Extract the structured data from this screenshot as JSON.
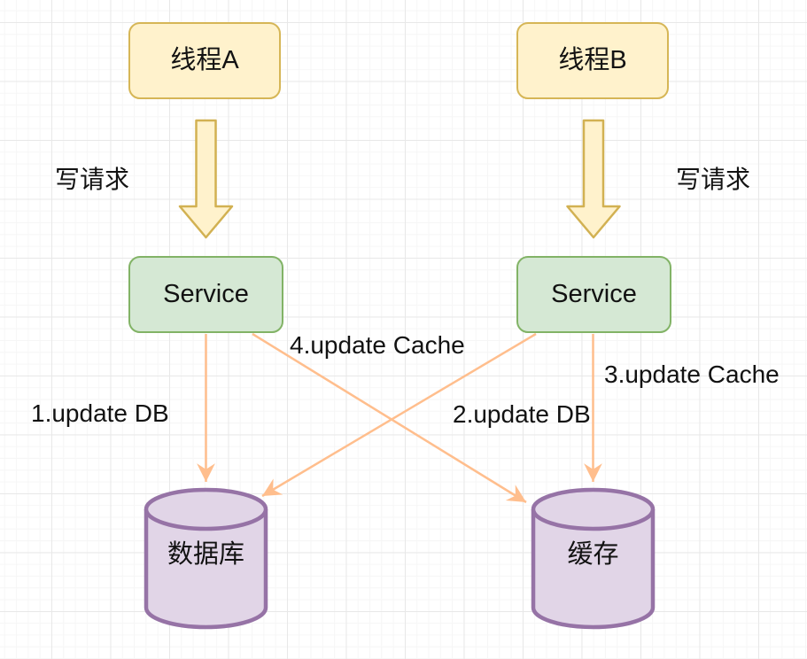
{
  "nodes": {
    "thread_a": {
      "label": "线程A"
    },
    "thread_b": {
      "label": "线程B"
    },
    "service_left": {
      "label": "Service"
    },
    "service_right": {
      "label": "Service"
    },
    "database": {
      "label": "数据库"
    },
    "cache": {
      "label": "缓存"
    }
  },
  "edge_labels": {
    "write_request_left": "写请求",
    "write_request_right": "写请求",
    "update_db_1": "1.update DB",
    "update_db_2": "2.update DB",
    "update_cache_3": "3.update Cache",
    "update_cache_4": "4.update Cache"
  },
  "colors": {
    "thread_fill": "#fff2cc",
    "thread_border": "#d6b656",
    "service_fill": "#d5e8d4",
    "service_border": "#82b366",
    "store_fill": "#e1d5e7",
    "store_border": "#9673a6",
    "arrow": "#ffbe8d",
    "block_arrow_fill": "#fff2cc",
    "block_arrow_border": "#d2b152",
    "text": "#121212",
    "grid_minor": "#f6f6f6",
    "grid_major": "#e8e8e8",
    "background": "#ffffff"
  }
}
